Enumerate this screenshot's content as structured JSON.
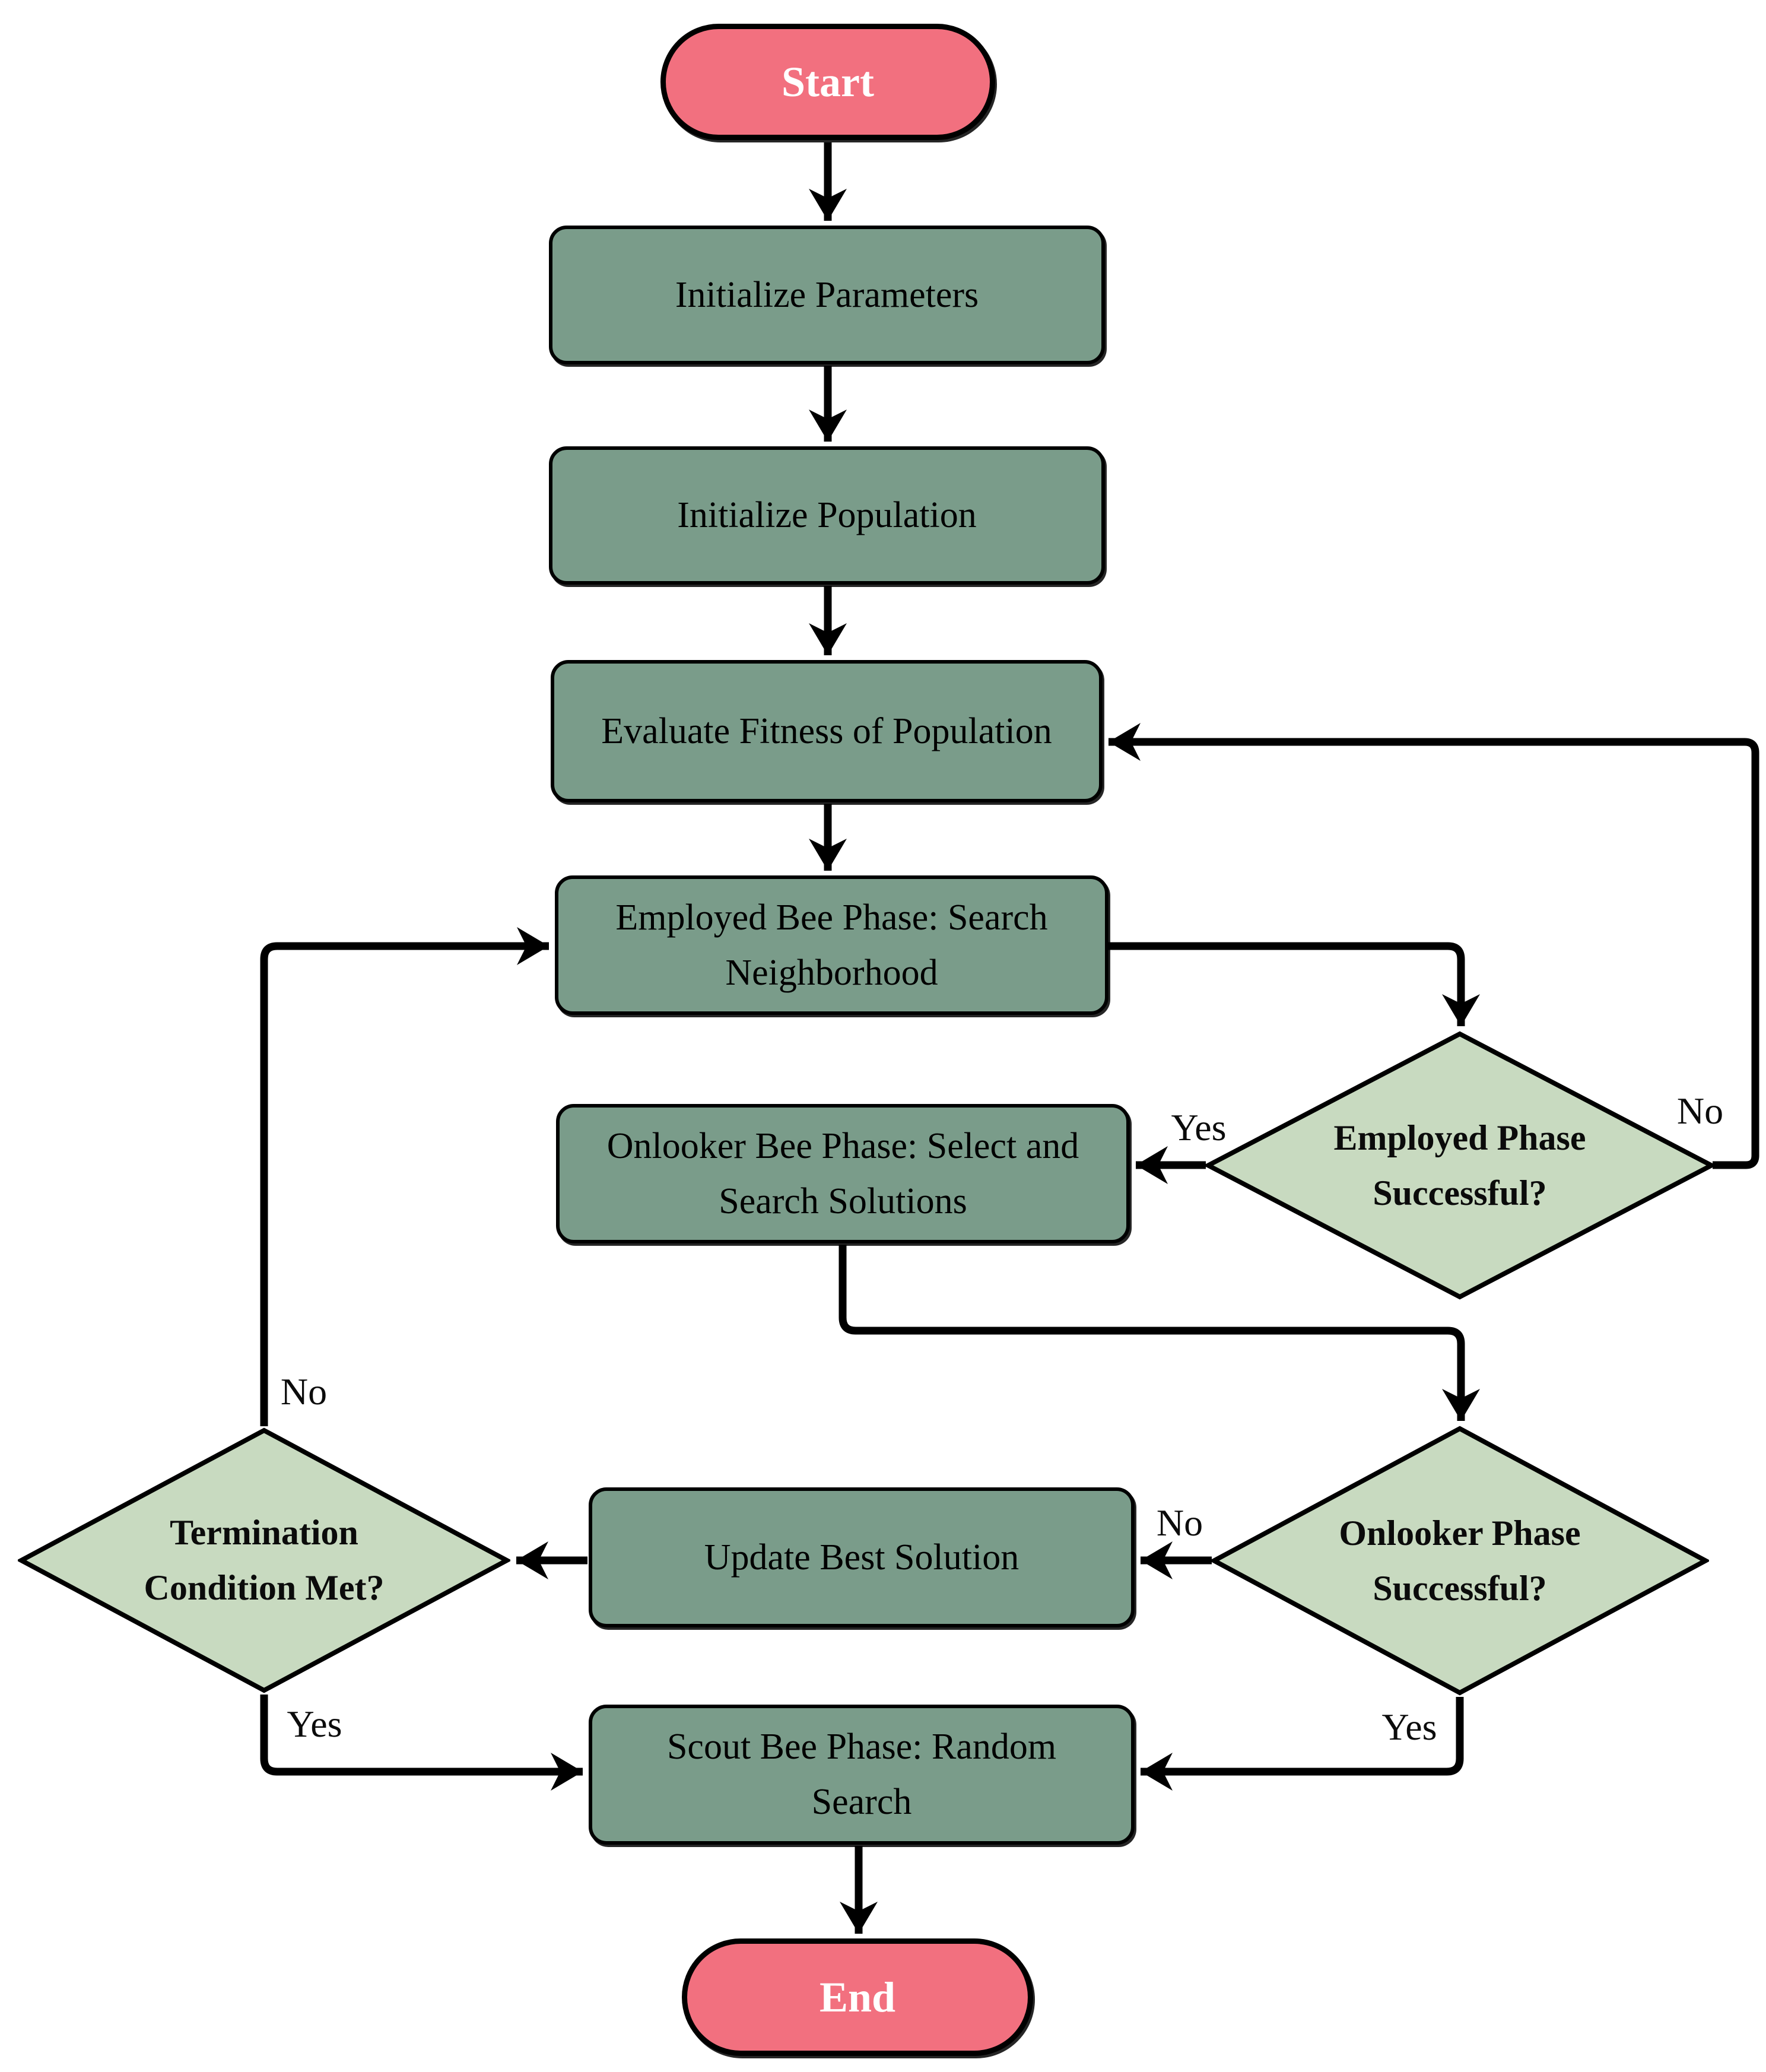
{
  "colors": {
    "process-fill": "#7A9C8A",
    "decision-fill": "#C8DAC0",
    "terminator-fill": "#F2707F",
    "line": "#000000",
    "process-text": "#000000",
    "terminator-text": "#FFFFFF"
  },
  "nodes": {
    "start": {
      "type": "terminator",
      "label": "Start"
    },
    "init_params": {
      "type": "process",
      "label": "Initialize Parameters"
    },
    "init_pop": {
      "type": "process",
      "label": "Initialize Population"
    },
    "evaluate": {
      "type": "process",
      "label": "Evaluate Fitness of Population"
    },
    "employed": {
      "type": "process",
      "label": "Employed Bee Phase: Search Neighborhood"
    },
    "employed_q": {
      "type": "decision",
      "line1": "Employed Phase",
      "line2": "Successful?"
    },
    "onlooker": {
      "type": "process",
      "label": "Onlooker Bee Phase: Select and Search Solutions"
    },
    "onlooker_q": {
      "type": "decision",
      "line1": "Onlooker Phase",
      "line2": "Successful?"
    },
    "update": {
      "type": "process",
      "label": "Update Best Solution"
    },
    "termination_q": {
      "type": "decision",
      "line1": "Termination",
      "line2": "Condition Met?"
    },
    "scout": {
      "type": "process",
      "label": "Scout Bee Phase: Random Search"
    },
    "end": {
      "type": "terminator",
      "label": "End"
    }
  },
  "edge_labels": {
    "employed_yes": "Yes",
    "employed_no": "No",
    "onlooker_no": "No",
    "onlooker_yes": "Yes",
    "termination_no": "No",
    "termination_yes": "Yes"
  }
}
